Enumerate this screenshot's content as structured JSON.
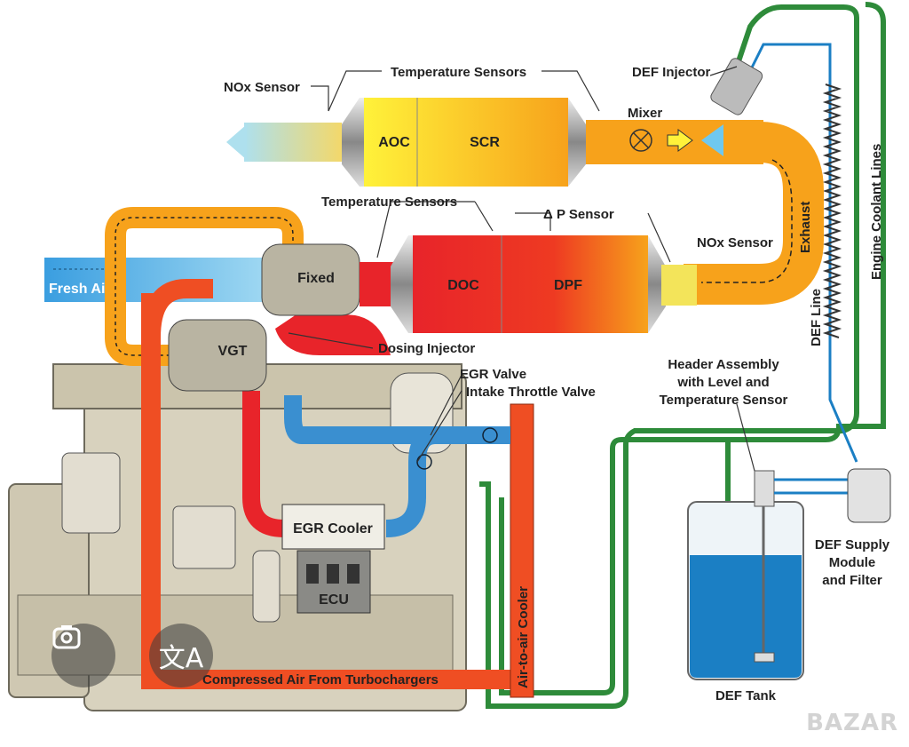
{
  "diagram": {
    "labels": {
      "temperature_sensors_top": "Temperature Sensors",
      "nox_sensor_top": "NOx Sensor",
      "def_injector": "DEF Injector",
      "mixer": "Mixer",
      "aoc": "AOC",
      "scr": "SCR",
      "temperature_sensors_mid": "Temperature Sensors",
      "dp_sensor": "Δ P Sensor",
      "nox_sensor_mid": "NOx Sensor",
      "exhaust": "Exhaust",
      "engine_coolant_lines": "Engine Coolant Lines",
      "def_line": "DEF Line",
      "fresh_air": "Fresh Air",
      "fixed": "Fixed",
      "doc": "DOC",
      "dpf": "DPF",
      "vgt": "VGT",
      "dosing_injector": "Dosing Injector",
      "egr_valve": "EGR Valve",
      "intake_throttle_valve": "Intake Throttle Valve",
      "header_assembly": [
        "Header Assembly",
        "with Level and",
        "Temperature Sensor"
      ],
      "egr_cooler": "EGR Cooler",
      "ecu": "ECU",
      "def_supply_module": [
        "DEF Supply",
        "Module",
        "and Filter"
      ],
      "air_to_air_cooler": "Air-to-air Cooler",
      "compressed_air": "Compressed Air From Turbochargers",
      "def_tank": "DEF Tank"
    },
    "colors": {
      "exhaust_orange": "#f7a21b",
      "hot_red": "#e8242a",
      "fresh_air_blue": "#3a8fd0",
      "coolant_green": "#2e8b3a",
      "engine_beige": "#d8d2be",
      "def_blue": "#1b7fc4"
    }
  },
  "overlay": {
    "lens_icon": "camera-search-icon",
    "translate_icon": "translate-icon",
    "translate_glyph": "文A"
  },
  "watermark": "BAZAR"
}
